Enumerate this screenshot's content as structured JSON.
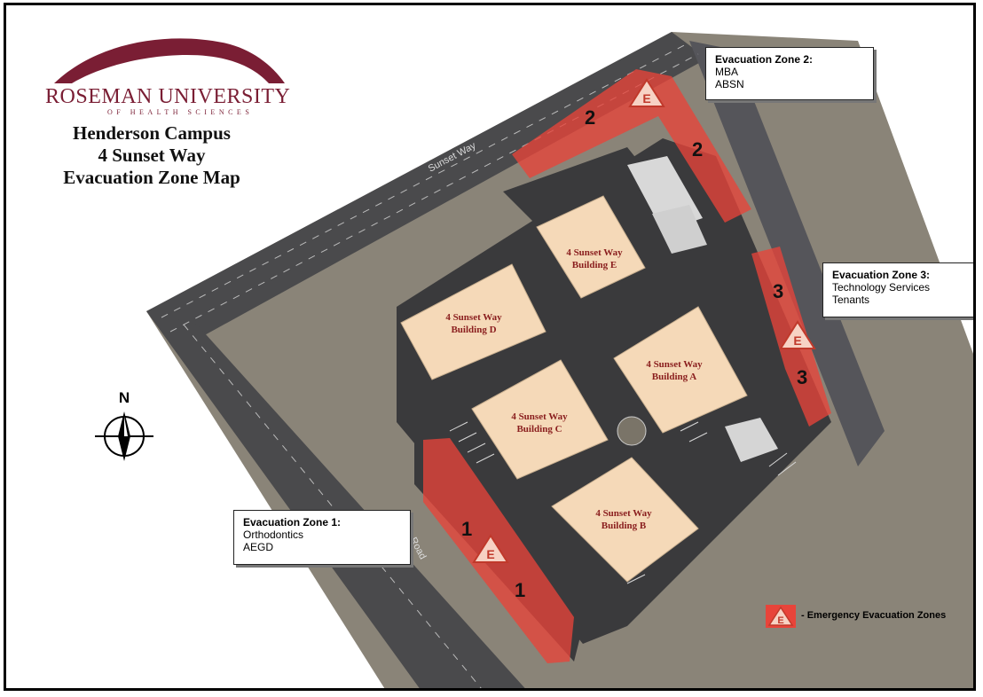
{
  "logo": {
    "name": "ROSEMAN UNIVERSITY",
    "subtitle": "OF HEALTH SCIENCES",
    "color": "#7a1e34"
  },
  "title": {
    "line1": "Henderson Campus",
    "line2": "4 Sunset Way",
    "line3": "Evacuation Zone Map"
  },
  "streets": {
    "sunset_way": "Sunset Way",
    "road": "S... Road"
  },
  "north_label": "N",
  "buildings": [
    {
      "line1": "4 Sunset Way",
      "line2": "Building E"
    },
    {
      "line1": "4 Sunset Way",
      "line2": "Building D"
    },
    {
      "line1": "4 Sunset Way",
      "line2": "Building A"
    },
    {
      "line1": "4 Sunset Way",
      "line2": "Building C"
    },
    {
      "line1": "4 Sunset Way",
      "line2": "Building B"
    }
  ],
  "zones": [
    {
      "title": "Evacuation Zone 1:",
      "lines": [
        "Orthodontics",
        "AEGD"
      ],
      "number": "1"
    },
    {
      "title": "Evacuation Zone 2:",
      "lines": [
        "MBA",
        "ABSN"
      ],
      "number": "2"
    },
    {
      "title": "Evacuation Zone 3:",
      "lines": [
        "Technology Services",
        "Tenants"
      ],
      "number": "3"
    }
  ],
  "marker_letter": "E",
  "legend": {
    "text": "- Emergency Evacuation Zones"
  },
  "colors": {
    "zone_fill": "#e8443a",
    "building": "#f5d9b8",
    "building_text": "#8a1e1e",
    "asphalt": "#3a3a3c",
    "brand": "#7a1e34"
  }
}
